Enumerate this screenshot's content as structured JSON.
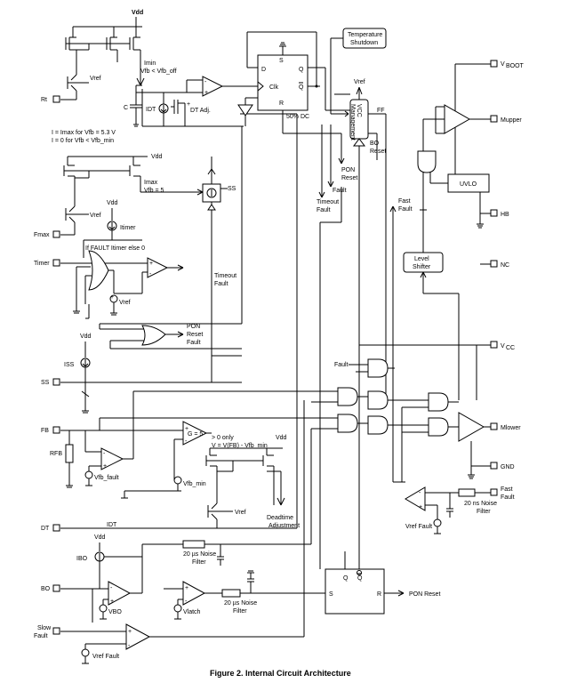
{
  "caption": "Figure 2. Internal Circuit Architecture",
  "pins": {
    "vdd_top": "Vdd",
    "rt": "Rt",
    "fmax": "Fmax",
    "timer": "Timer",
    "ss": "SS",
    "fb": "FB",
    "dt": "DT",
    "bo": "BO",
    "slow_fault": [
      "Slow",
      "Fault"
    ],
    "vboot": "V",
    "vboot_sub": "BOOT",
    "mupper": "Mupper",
    "hb": "HB",
    "nc": "NC",
    "vcc": "V",
    "vcc_sub": "CC",
    "mlower": "Mlower",
    "gnd": "GND",
    "fast_fault": [
      "Fast",
      "Fault"
    ]
  },
  "labels": {
    "vref_rt": "Vref",
    "imin": "Imin",
    "vfb_off": "Vfb < Vfb_off",
    "idt": "IDT",
    "dt_adj": "DT Adj.",
    "c": "C",
    "i_eq_imax": "I = Imax for Vfb = 5.3 V",
    "i_eq_zero": "I = 0 for Vfb < Vfb_min",
    "vdd_fmax": "Vdd",
    "imax": "Imax",
    "vfb5": "Vfb = 5",
    "ss_sw": "SS",
    "vdd_timer": "Vdd",
    "itimer": "Itimer",
    "vref_fmax": "Vref",
    "if_fault": "If FAULT Itimer else 0",
    "vref_timer": "Vref",
    "timeout_fault": [
      "Timeout",
      "Fault"
    ],
    "pon_reset_fault": [
      "PON",
      "Reset",
      "Fault"
    ],
    "vdd_iss": "Vdd",
    "iss": "ISS",
    "rfb": "RFB",
    "vfb_fault": "Vfb_fault",
    "g5": "G = 5",
    "gt0": "> 0 only",
    "vfb_eq": "V = V(FB) - Vfb_min",
    "vdd_dt": "Vdd",
    "vfb_min": "Vfb_min",
    "vref_dt": "Vref",
    "deadtime": [
      "Deadtime",
      "Adjustment"
    ],
    "idt_wire": "IDT",
    "vdd_ibo": "Vdd",
    "ibo": "IBO",
    "filter1": [
      "20 µs Noise",
      "Filter"
    ],
    "filter2": [
      "20 µs Noise",
      "Filter"
    ],
    "vbo": "VBO",
    "vlatch": "Vlatch",
    "vref_slow": "Vref Fault",
    "ff_d": "D",
    "ff_s": "S",
    "ff_q": "Q",
    "ff_clk": "Clk",
    "ff_qbar": "Q",
    "ff_r": "R",
    "duty": "50% DC",
    "temp_sd": [
      "Temperature",
      "Shutdown"
    ],
    "vref_vcc": "Vref",
    "vcc_mgmt": [
      "VCC",
      "Management"
    ],
    "ff_out": "FF",
    "bo_reset": [
      "BO",
      "Reset"
    ],
    "pon_reset": [
      "PON",
      "Reset"
    ],
    "fault": "Fault",
    "timeout_fault2": [
      "Timeout",
      "Fault"
    ],
    "fast_fault_int": [
      "Fast",
      "Fault"
    ],
    "uvlo": "UVLO",
    "level_shifter": [
      "Level",
      "Shifter"
    ],
    "fault_gate": "Fault",
    "ns_filter": [
      "20 ns Noise",
      "Filter"
    ],
    "vref_fast": "Vref Fault",
    "sr_q": "Q",
    "sr_qbar": "Q",
    "sr_s": "S",
    "sr_r": "R",
    "pon_reset_sr": "PON Reset"
  }
}
